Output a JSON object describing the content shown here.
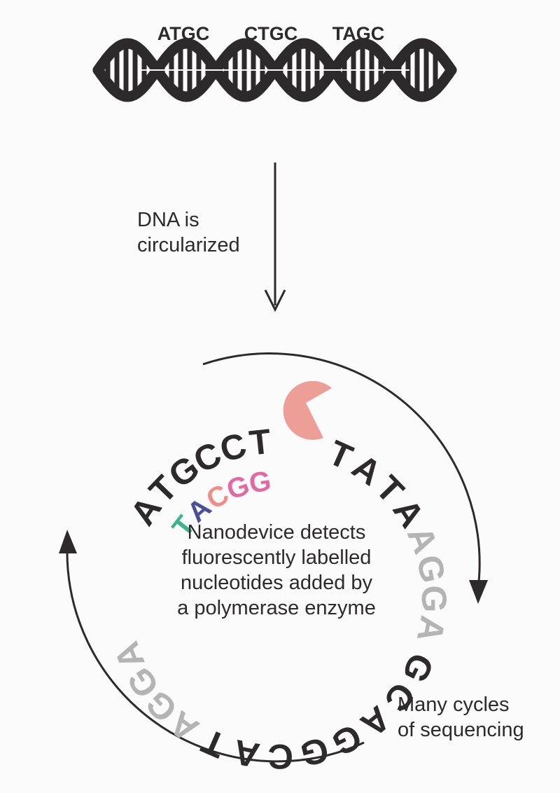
{
  "colors": {
    "ink": "#2d2a2b",
    "grey_letters": "#b5b4b4",
    "helix_bg": "#fcfbfb",
    "polymerase": "#ec9e97",
    "complement_T": "#3fb28e",
    "complement_A": "#4a4f9a",
    "complement_C": "#f08d86",
    "complement_G": "#e26aa4"
  },
  "icons": [
    "dna-helix-icon",
    "down-arrow-icon",
    "polymerase-pacman-icon",
    "cycle-arrow-icon"
  ],
  "helix_labels": [
    "ATGC",
    "CTGC",
    "TAGC"
  ],
  "step_label": {
    "lines": [
      "DNA is",
      "circularized"
    ]
  },
  "circle_sequence": {
    "dark": "ATGCCT",
    "right_dark": "TATA",
    "right_grey": "AGGA",
    "bottom_dark": "GCAGGCAT",
    "left_grey": "AGGA"
  },
  "complement_strand": [
    "T",
    "A",
    "C",
    "G",
    "G"
  ],
  "center_label": {
    "lines": [
      "Nanodevice detects",
      "fluorescently labelled",
      "nucleotides added by",
      "a polymerase enzyme"
    ]
  },
  "cycle_label": {
    "lines": [
      "Many cycles",
      "of sequencing"
    ]
  }
}
